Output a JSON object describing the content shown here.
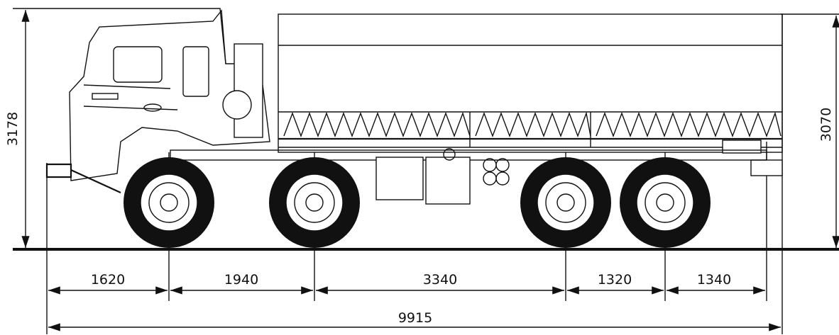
{
  "dimensions": {
    "overall_height": "3178",
    "platform_height": "3070",
    "front_overhang": "1620",
    "wheelbase_1": "1940",
    "wheelbase_2": "3340",
    "wheelbase_3": "1320",
    "rear_overhang": "1340",
    "overall_length": "9915"
  },
  "colors": {
    "line": "#111111",
    "background": "#ffffff"
  }
}
